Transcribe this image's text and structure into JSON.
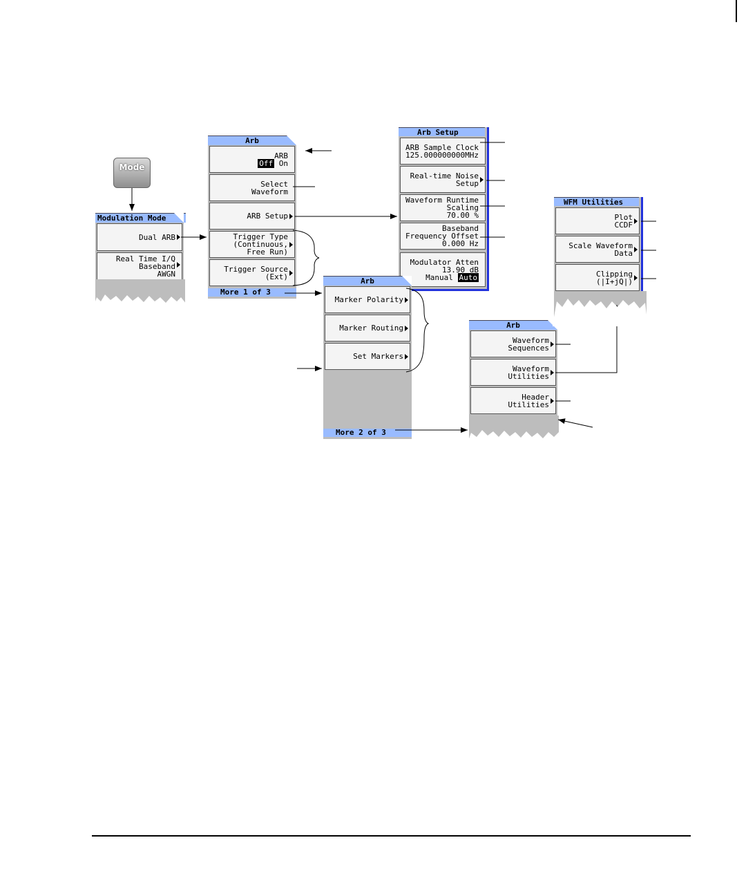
{
  "mode_button": {
    "label": "Mode"
  },
  "modulation_mode": {
    "title": "Modulation Mode",
    "keys": [
      {
        "lines": [
          "Dual ARB"
        ]
      },
      {
        "lines": [
          "Real Time I/Q",
          "Baseband",
          "AWGN"
        ]
      }
    ]
  },
  "arb_menu1": {
    "title": "Arb",
    "arb_key": {
      "label": "ARB",
      "off": "Off",
      "on": "On"
    },
    "select_waveform": [
      "Select",
      "Waveform"
    ],
    "arb_setup": [
      "ARB Setup"
    ],
    "trigger_type": [
      "Trigger Type",
      "(Continuous,",
      "Free Run)"
    ],
    "trigger_source": [
      "Trigger Source",
      "(Ext)"
    ],
    "more": "More 1 of 3"
  },
  "arb_setup_menu": {
    "title": "Arb Setup",
    "sample_clock": [
      "ARB Sample Clock",
      "125.000000000MHz"
    ],
    "noise_setup": [
      "Real-time Noise",
      "Setup"
    ],
    "runtime_scaling": [
      "Waveform Runtime",
      "Scaling",
      "70.00 %"
    ],
    "baseband_offset": [
      "Baseband",
      "Frequency Offset",
      "0.000 Hz"
    ],
    "mod_atten": {
      "lines": [
        "Modulator Atten",
        "13.90 dB"
      ],
      "manual": "Manual",
      "auto": "Auto"
    }
  },
  "arb_menu2": {
    "title": "Arb",
    "keys": [
      [
        "Marker Polarity"
      ],
      [
        "Marker Routing"
      ],
      [
        "Set Markers"
      ]
    ],
    "more": "More 2 of 3"
  },
  "arb_menu3": {
    "title": "Arb",
    "keys": [
      [
        "Waveform",
        "Sequences"
      ],
      [
        "Waveform",
        "Utilities"
      ],
      [
        "Header",
        "Utilities"
      ]
    ]
  },
  "wfm_utilities": {
    "title": "WFM Utilities",
    "keys": [
      [
        "Plot",
        "CCDF"
      ],
      [
        "Scale Waveform",
        "Data"
      ],
      [
        "Clipping",
        "(|I+jQ|)"
      ]
    ]
  }
}
